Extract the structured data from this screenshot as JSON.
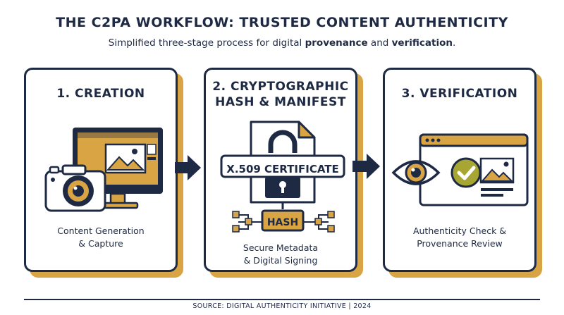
{
  "header": {
    "title": "THE C2PA WORKFLOW: TRUSTED CONTENT AUTHENTICITY",
    "subtitle_prefix": "Simplified three-stage process for digital ",
    "subtitle_bold1": "provenance",
    "subtitle_mid": " and ",
    "subtitle_bold2": "verification",
    "subtitle_suffix": "."
  },
  "stages": [
    {
      "title_line1": "1. CREATION",
      "desc_line1": "Content Generation",
      "desc_line2": "& Capture",
      "icon": "camera-monitor-icon"
    },
    {
      "title_line1": "2. CRYPTOGRAPHIC",
      "title_line2": "HASH & MANIFEST",
      "certificate_label": "X.509 CERTIFICATE",
      "hash_label": "HASH",
      "desc_line1": "Secure Metadata",
      "desc_line2": "& Digital Signing",
      "icon": "padlock-document-icon"
    },
    {
      "title_line1": "3. VERIFICATION",
      "desc_line1": "Authenticity Check &",
      "desc_line2": "Provenance Review",
      "icon": "eye-checkmark-browser-icon"
    }
  ],
  "footer": {
    "source": "SOURCE: DIGITAL AUTHENTICITY INITIATIVE  | 2024"
  },
  "colors": {
    "navy": "#1e2a44",
    "gold": "#d9a443",
    "olive": "#a8a632",
    "white": "#ffffff"
  }
}
